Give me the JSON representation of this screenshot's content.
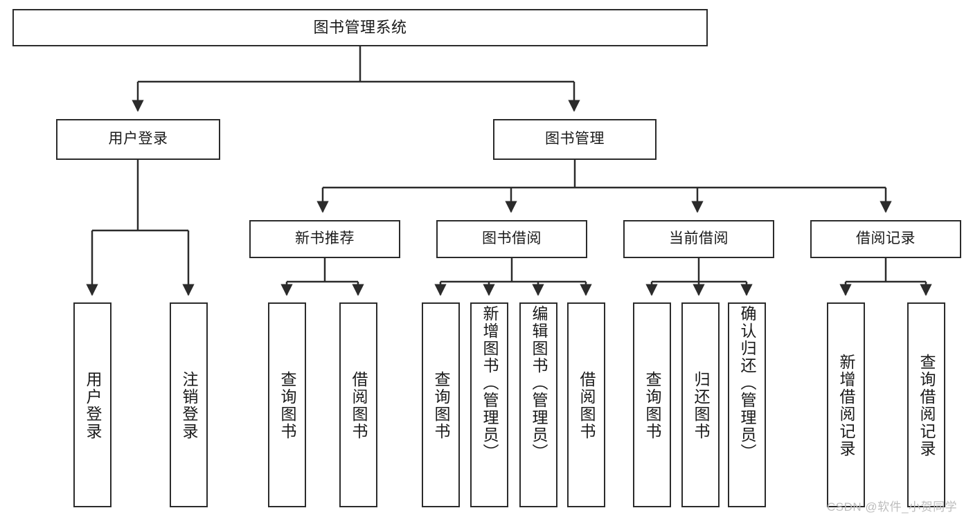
{
  "diagram": {
    "type": "tree",
    "title": "图书管理系统",
    "watermark": "CSDN @软件_小贺同学",
    "colors": {
      "stroke": "#2b2b2b",
      "box_fill": "#ffffff",
      "text": "#1a1a1a",
      "background": "#ffffff",
      "watermark": "#bdbdbd"
    },
    "nodes": {
      "root": {
        "label": "图书管理系统"
      },
      "level2": [
        {
          "label": "用户登录"
        },
        {
          "label": "图书管理"
        }
      ],
      "level3": [
        {
          "label": "新书推荐"
        },
        {
          "label": "图书借阅"
        },
        {
          "label": "当前借阅"
        },
        {
          "label": "借阅记录"
        }
      ],
      "leaves": {
        "user_login": [
          {
            "label": "用户登录"
          },
          {
            "label": "注销登录"
          }
        ],
        "new_book_recommend": [
          {
            "label": "查询图书"
          },
          {
            "label": "借阅图书"
          }
        ],
        "book_borrow": [
          {
            "label": "查询图书"
          },
          {
            "label": "新增图书（管理员）"
          },
          {
            "label": "编辑图书（管理员）"
          },
          {
            "label": "借阅图书"
          }
        ],
        "current_borrow": [
          {
            "label": "查询图书"
          },
          {
            "label": "归还图书"
          },
          {
            "label": "确认归还（管理员）"
          }
        ],
        "borrow_record": [
          {
            "label": "新增借阅记录"
          },
          {
            "label": "查询借阅记录"
          }
        ]
      }
    }
  }
}
